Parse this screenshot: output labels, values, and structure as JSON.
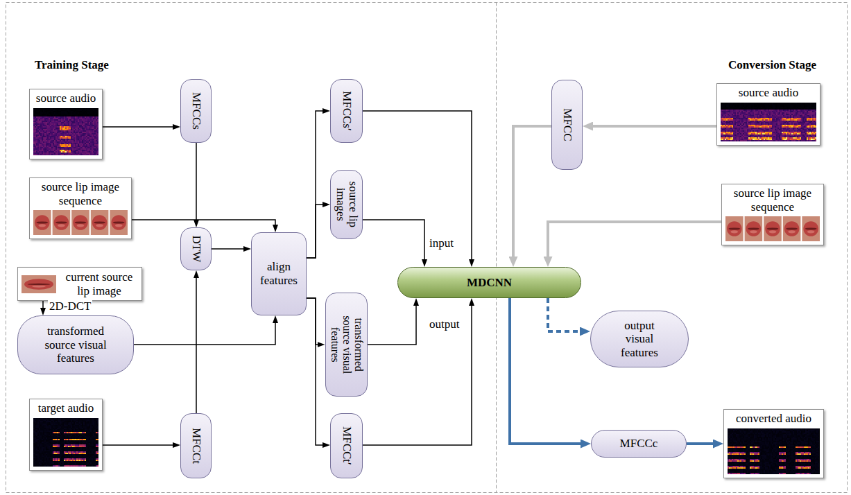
{
  "diagram": {
    "nodes": [
      {
        "text": [
          "source audio"
        ]
      },
      {
        "text": [
          "MFCCs"
        ]
      },
      {
        "text": [
          "source lip image sequence"
        ]
      },
      {
        "text": [
          "current source lip image"
        ]
      },
      {
        "text": [
          "DTW"
        ]
      },
      {
        "text": [
          "transformed source visual features"
        ]
      },
      {
        "text": [
          "target audio"
        ]
      },
      {
        "text": [
          "MFCCt"
        ]
      },
      {
        "text": [
          "align features"
        ]
      },
      {
        "text": [
          "MFCCs′"
        ]
      },
      {
        "text": [
          "source lip images"
        ]
      },
      {
        "text": [
          "transformed source visual features"
        ]
      },
      {
        "text": [
          "MFCCt′"
        ]
      },
      {
        "text": [
          "MDCNN"
        ]
      },
      {
        "text": [
          "MFCC"
        ]
      },
      {
        "text": [
          "source audio"
        ]
      },
      {
        "text": [
          "source lip image sequence"
        ]
      },
      {
        "text": [
          "output visual features"
        ]
      },
      {
        "text": [
          "MFCCc"
        ]
      },
      {
        "text": [
          "converted audio"
        ]
      }
    ],
    "edges": [
      {
        "from": 0,
        "to": 1,
        "arrow": "to"
      },
      {
        "from": 1,
        "to": 4,
        "arrow": "to"
      },
      {
        "from": 6,
        "to": 7,
        "arrow": "to"
      },
      {
        "from": 7,
        "to": 4,
        "arrow": "to"
      },
      {
        "from": 2,
        "to": 8,
        "arrow": "to"
      },
      {
        "from": 3,
        "to": 5,
        "label": "2D-DCT",
        "arrow": "to"
      },
      {
        "from": 5,
        "to": 8,
        "arrow": "to"
      },
      {
        "from": 4,
        "to": 8,
        "arrow": "to"
      },
      {
        "from": 8,
        "to": 9,
        "arrow": "to"
      },
      {
        "from": 8,
        "to": 10,
        "arrow": "to"
      },
      {
        "from": 8,
        "to": 11,
        "arrow": "to"
      },
      {
        "from": 8,
        "to": 12,
        "arrow": "to"
      },
      {
        "from": 9,
        "to": 13,
        "arrow": "to"
      },
      {
        "from": 10,
        "to": 13,
        "label": "input",
        "arrow": "to"
      },
      {
        "from": 11,
        "to": 13,
        "label": "output",
        "arrow": "to"
      },
      {
        "from": 12,
        "to": 13,
        "arrow": "to"
      },
      {
        "from": 15,
        "to": 14,
        "arrow": "to"
      },
      {
        "from": 14,
        "to": 13,
        "arrow": "to"
      },
      {
        "from": 16,
        "to": 13,
        "arrow": "to"
      },
      {
        "from": 13,
        "to": 17,
        "arrow": "to"
      },
      {
        "from": 13,
        "to": 18,
        "arrow": "to"
      },
      {
        "from": 18,
        "to": 19,
        "arrow": "to"
      }
    ],
    "labels": [
      "Training Stage",
      "Conversion Stage"
    ]
  }
}
